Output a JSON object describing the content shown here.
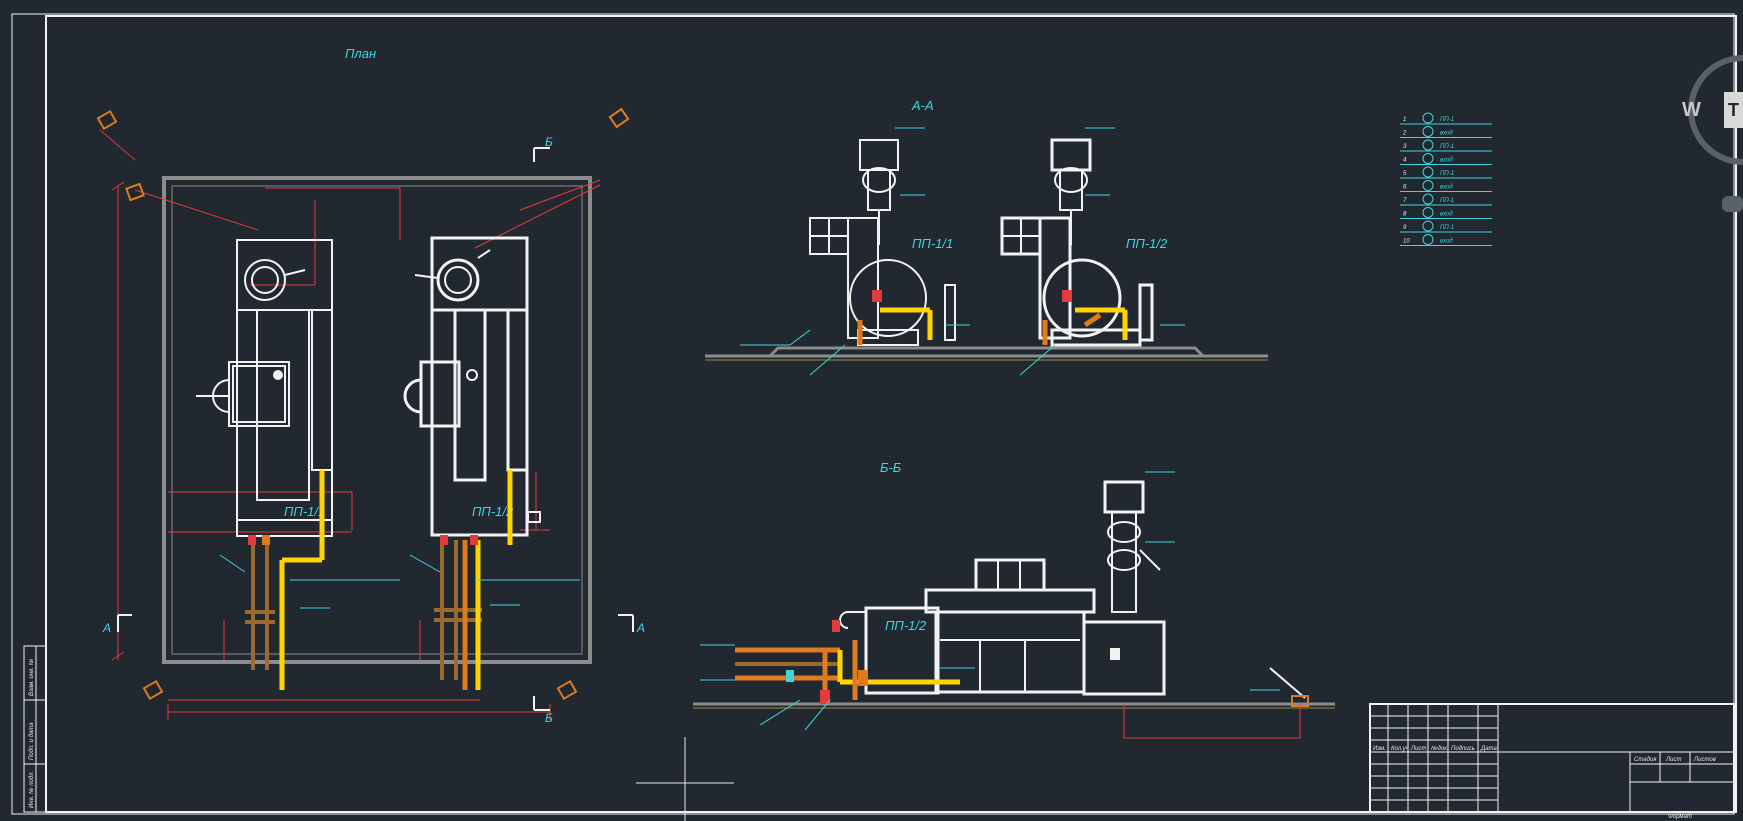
{
  "drawing": {
    "plan_title": "План",
    "section_aa_title": "А-А",
    "section_bb_title": "Б-Б",
    "unit_1_label": "ПП-1/1",
    "unit_2_label": "ПП-1/2",
    "cut_a": "А",
    "cut_b": "Б"
  },
  "legend": {
    "rows": [
      {
        "num": "1",
        "text": "ПП-1"
      },
      {
        "num": "2",
        "text": "вход"
      },
      {
        "num": "3",
        "text": "ПП-1"
      },
      {
        "num": "4",
        "text": "вход"
      },
      {
        "num": "5",
        "text": "ПП-1"
      },
      {
        "num": "6",
        "text": "вход"
      },
      {
        "num": "7",
        "text": "ПП-1"
      },
      {
        "num": "8",
        "text": "вход"
      },
      {
        "num": "9",
        "text": "ПП-1"
      },
      {
        "num": "10",
        "text": "вход"
      }
    ]
  },
  "title_block": {
    "col_headers": [
      "Изм.",
      "Кол.уч",
      "Лист",
      "№док.",
      "Подпись",
      "Дата"
    ],
    "stage_headers": [
      "Стадия",
      "Лист",
      "Листов"
    ],
    "format_label": "Формат"
  },
  "side_stamp": {
    "labels": [
      "Взам. инв. №",
      "Подп. и дата",
      "Инв. № подл."
    ]
  },
  "colors": {
    "background": "#212830",
    "frame": "#f2f2f2",
    "dimension": "#e23b3b",
    "annotation": "#3fd6e0",
    "gas_pipe": "#ffd400",
    "pipe_orange": "#e07a1f"
  },
  "watermark": {
    "letter_1": "W",
    "letter_2": "T"
  }
}
